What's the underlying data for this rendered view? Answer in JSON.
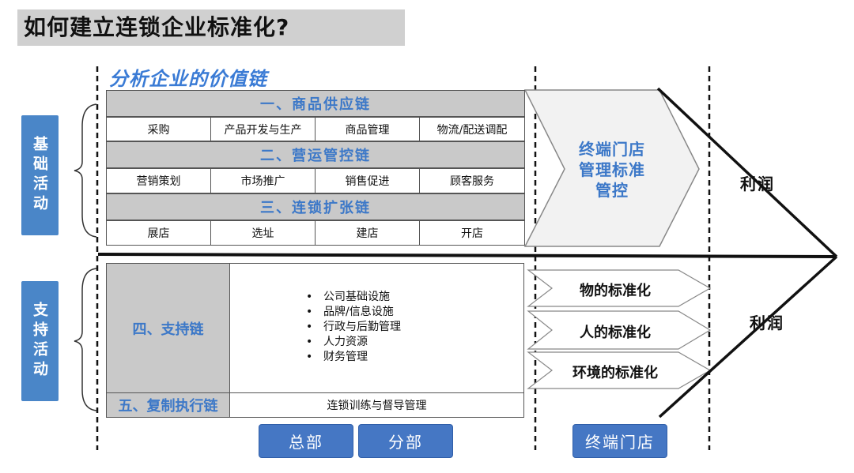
{
  "title": "如何建立连锁企业标准化?",
  "subtitle": "分析企业的价值链",
  "side_labels": {
    "basic": "基础活动",
    "support": "支持活动"
  },
  "chains": [
    {
      "header": "一、商品供应链",
      "cells": [
        "采购",
        "产品开发与生产",
        "商品管理",
        "物流/配送调配"
      ]
    },
    {
      "header": "二、营运管控链",
      "cells": [
        "营销策划",
        "市场推广",
        "销售促进",
        "顾客服务"
      ]
    },
    {
      "header": "三、连锁扩张链",
      "cells": [
        "展店",
        "选址",
        "建店",
        "开店"
      ]
    }
  ],
  "support_chain": {
    "label": "四、支持链",
    "items": [
      "公司基础设施",
      "品牌/信息设施",
      "行政与后勤管理",
      "人力资源",
      "财务管理"
    ]
  },
  "exec_chain": {
    "label": "五、复制执行链",
    "content": "连锁训练与督导管理"
  },
  "buttons": {
    "hq": "总部",
    "branch": "分部",
    "terminal": "终端门店"
  },
  "terminal_box": {
    "line1": "终端门店",
    "line2": "管理标准",
    "line3": "管控"
  },
  "standards": [
    "物的标准化",
    "人的标准化",
    "环境的标准化"
  ],
  "profit": {
    "top": "利润",
    "bottom": "利润"
  }
}
